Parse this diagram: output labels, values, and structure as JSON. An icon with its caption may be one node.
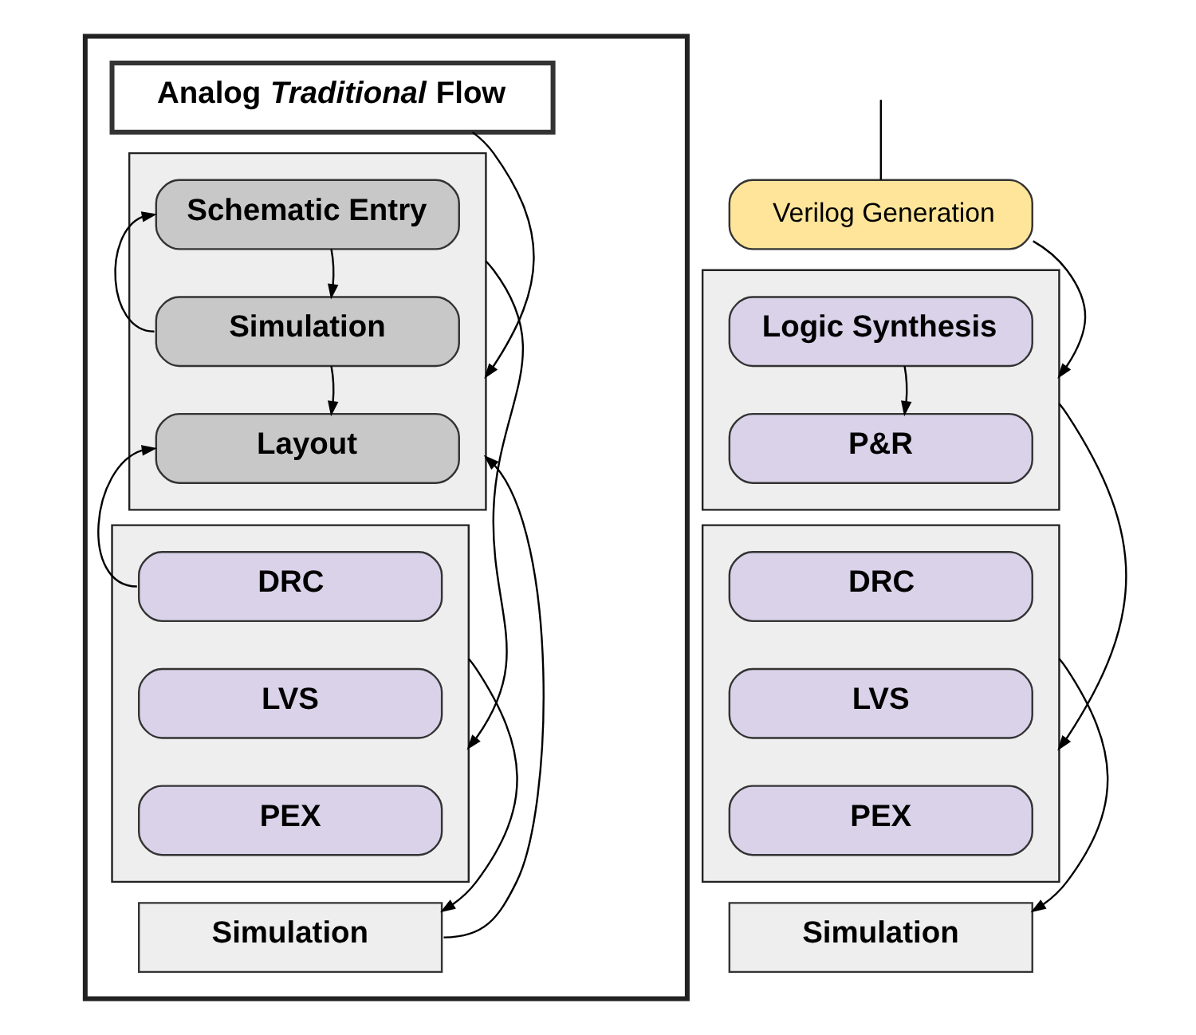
{
  "diagram": {
    "nodes": [
      {
        "text": [],
        "shape": "box"
      },
      {
        "text": [
          "Analog *Traditional* Flow"
        ],
        "in": 0
      },
      {
        "text": [],
        "shape": "box",
        "in": 0
      },
      {
        "text": [
          "Schematic Entry"
        ],
        "in": 2
      },
      {
        "text": [
          "Simulation"
        ],
        "in": 2
      },
      {
        "text": [
          "Layout"
        ],
        "in": 2
      },
      {
        "text": [],
        "shape": "box",
        "in": 0
      },
      {
        "text": [
          "DRC"
        ],
        "in": 6
      },
      {
        "text": [
          "LVS"
        ],
        "in": 6
      },
      {
        "text": [
          "PEX"
        ],
        "in": 6
      },
      {
        "text": [
          "Simulation"
        ],
        "in": 0
      },
      {
        "text": [
          "Verilog Generation"
        ]
      },
      {
        "text": [],
        "shape": "box"
      },
      {
        "text": [
          "Logic Synthesis"
        ],
        "in": 12
      },
      {
        "text": [
          "P&R"
        ],
        "in": 12
      },
      {
        "text": [],
        "shape": "box"
      },
      {
        "text": [
          "DRC"
        ],
        "in": 15
      },
      {
        "text": [
          "LVS"
        ],
        "in": 15
      },
      {
        "text": [
          "PEX"
        ],
        "in": 15
      },
      {
        "text": [
          "Simulation"
        ]
      }
    ],
    "edges": [
      {
        "from": 1,
        "to": 2,
        "arrow": "to"
      },
      {
        "from": 3,
        "to": 4,
        "arrow": "to"
      },
      {
        "from": 4,
        "to": 3,
        "arrow": "to"
      },
      {
        "from": 4,
        "to": 5,
        "arrow": "to"
      },
      {
        "from": 2,
        "to": 6,
        "arrow": "to"
      },
      {
        "from": 7,
        "to": 5,
        "arrow": "to"
      },
      {
        "from": 6,
        "to": 10,
        "arrow": "to"
      },
      {
        "from": 10,
        "to": 2,
        "arrow": "to"
      },
      {
        "from": null,
        "to": 11,
        "arrow": "none"
      },
      {
        "from": 11,
        "to": 12,
        "arrow": "to"
      },
      {
        "from": 13,
        "to": 14,
        "arrow": "to"
      },
      {
        "from": 12,
        "to": 15,
        "arrow": "to"
      },
      {
        "from": 15,
        "to": 19,
        "arrow": "to"
      }
    ]
  }
}
